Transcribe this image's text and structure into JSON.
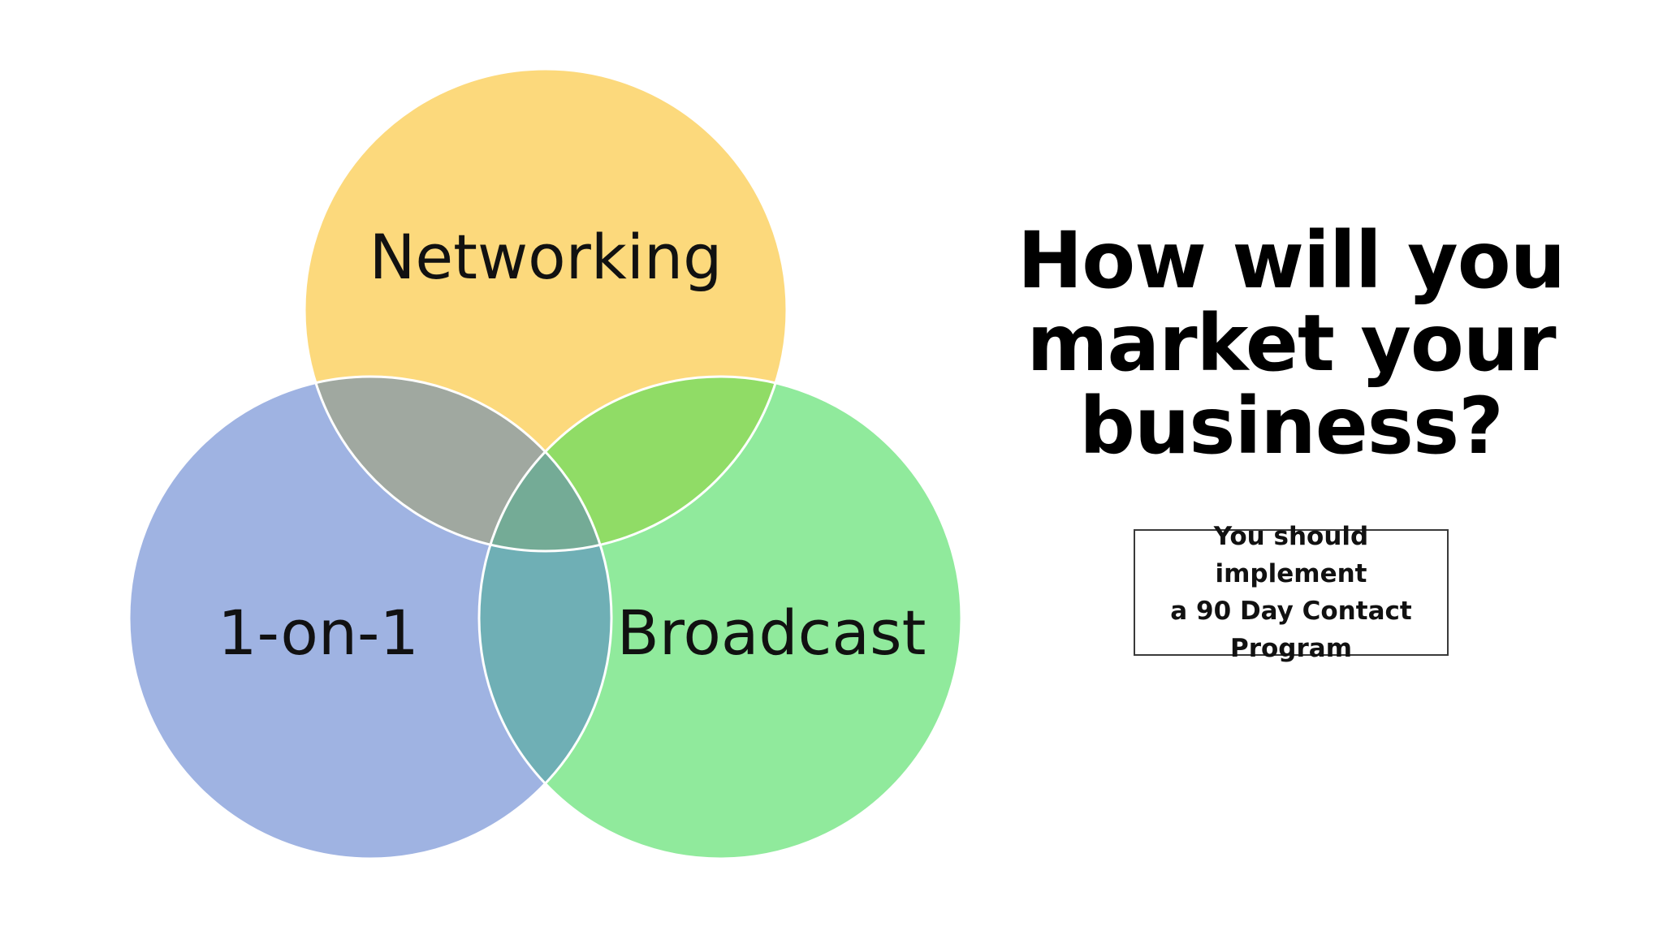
{
  "diagram": {
    "circles": [
      {
        "id": "networking",
        "label": "Networking",
        "color": "#fcd97c"
      },
      {
        "id": "one-on-one",
        "label": "1-on-1",
        "color": "#9fb3e2"
      },
      {
        "id": "broadcast",
        "label": "Broadcast",
        "color": "#90ea9c"
      }
    ],
    "overlap_colors": {
      "networking_one_on_one": "#a0a8a0",
      "networking_broadcast": "#90dc66",
      "one_on_one_broadcast": "#6fafb5",
      "center": "#74ab96"
    }
  },
  "headline": {
    "lines": [
      "How will you",
      "market your",
      "business?"
    ]
  },
  "note": {
    "lines": [
      "You should implement",
      "a 90 Day Contact",
      "Program"
    ]
  }
}
